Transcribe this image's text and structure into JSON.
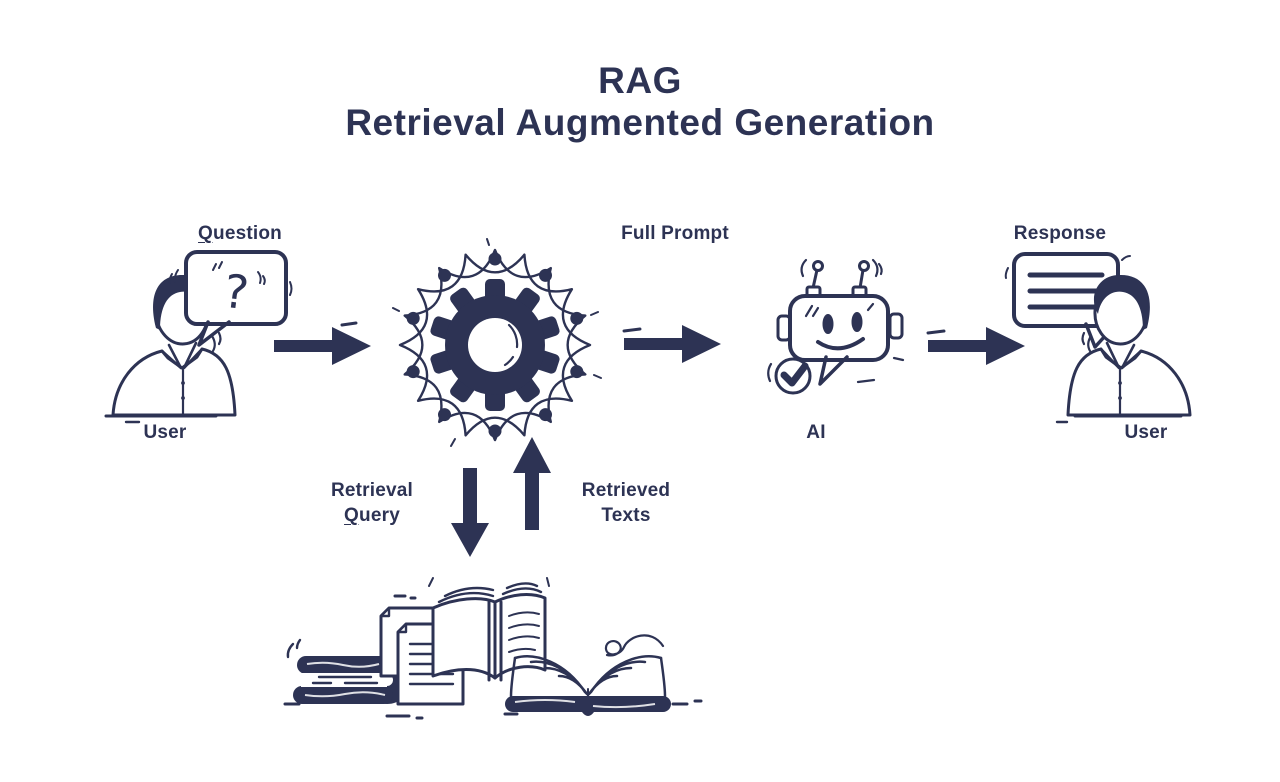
{
  "colors": {
    "ink": "#2d3354",
    "background": "#ffffff"
  },
  "title": {
    "line1": "RAG",
    "line2": "Retrieval Augmented Generation"
  },
  "nodes": {
    "user_left": {
      "label": "User",
      "bubble_label": "Question",
      "bubble_symbol": "?",
      "icon": "person-doodle-icon",
      "bubble_icon": "question-speech-bubble-icon"
    },
    "processor": {
      "icon": "gear-network-icon"
    },
    "ai": {
      "label": "AI",
      "icon": "robot-chat-icon",
      "badge_icon": "checkmark-circle-icon"
    },
    "user_right": {
      "label": "User",
      "bubble_label": "Response",
      "icon": "person-doodle-icon",
      "bubble_icon": "response-speech-bubble-icon"
    },
    "knowledge_base": {
      "icon": "books-documents-icon"
    }
  },
  "edges": {
    "user_to_processor": {
      "icon": "arrow-right-icon"
    },
    "processor_to_ai": {
      "label": "Full Prompt",
      "icon": "arrow-right-icon"
    },
    "ai_to_user": {
      "icon": "arrow-right-icon"
    },
    "retrieval_query": {
      "label_line1": "Retrieval",
      "label_line2": "Query",
      "icon": "arrow-down-icon"
    },
    "retrieved_texts": {
      "label_line1": "Retrieved",
      "label_line2": "Texts",
      "icon": "arrow-up-icon"
    }
  }
}
